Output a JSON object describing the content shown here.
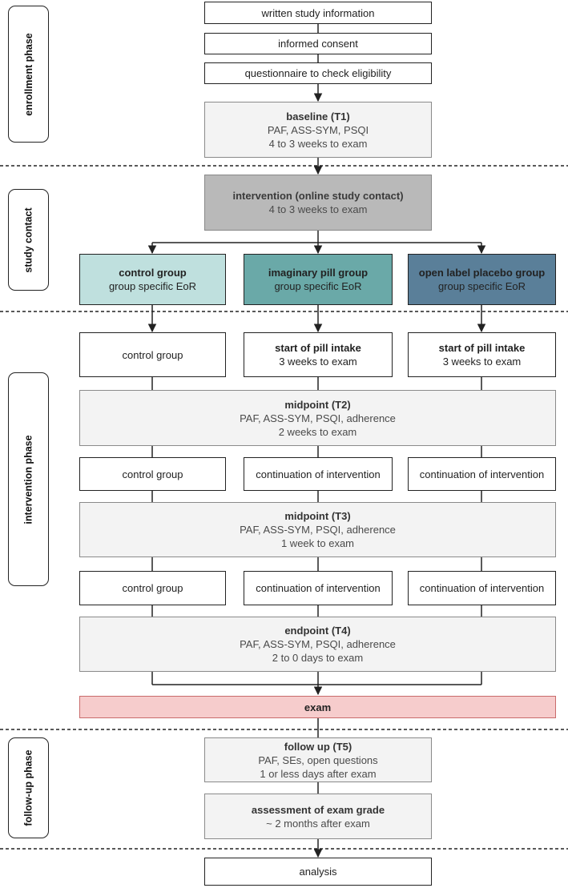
{
  "phases": {
    "enrollment": "enrollment phase",
    "study_contact": "study contact",
    "intervention": "intervention phase",
    "follow_up": "follow-up phase"
  },
  "enrollment": {
    "written_info": "written study information",
    "consent": "informed consent",
    "questionnaire": "questionnaire to check eligibility",
    "baseline": {
      "title": "baseline  (T1)",
      "measures": "PAF, ASS-SYM, PSQI",
      "timing": "4 to 3 weeks to exam"
    }
  },
  "study_contact": {
    "intervention": {
      "title": "intervention (online study contact)",
      "timing": "4 to 3 weeks to exam"
    },
    "groups": [
      {
        "title": "control group",
        "sub": "group specific EoR"
      },
      {
        "title": "imaginary pill group",
        "sub": "group specific EoR"
      },
      {
        "title": "open label placebo group",
        "sub": "group specific EoR"
      }
    ]
  },
  "intervention_phase": {
    "start_row": [
      {
        "title": "",
        "text": "control group"
      },
      {
        "title": "start of pill intake",
        "text": "3 weeks to exam"
      },
      {
        "title": "start of pill intake",
        "text": "3 weeks to exam"
      }
    ],
    "midpoint_t2": {
      "title": "midpoint (T2)",
      "measures": "PAF, ASS-SYM, PSQI, adherence",
      "timing": "2 weeks to exam"
    },
    "row2": [
      "control group",
      "continuation of intervention",
      "continuation of intervention"
    ],
    "midpoint_t3": {
      "title": "midpoint (T3)",
      "measures": "PAF, ASS-SYM, PSQI, adherence",
      "timing": "1 week to exam"
    },
    "row3": [
      "control group",
      "continuation of intervention",
      "continuation of intervention"
    ],
    "endpoint_t4": {
      "title": "endpoint (T4)",
      "measures": "PAF, ASS-SYM, PSQI, adherence",
      "timing": "2 to 0 days to exam"
    },
    "exam": "exam"
  },
  "follow_up": {
    "t5": {
      "title": "follow up  (T5)",
      "measures": "PAF, SEs, open questions",
      "timing": "1 or less days after exam"
    },
    "grade": {
      "title": "assessment of exam grade",
      "timing": "~ 2 months after exam"
    },
    "analysis": "analysis"
  },
  "colors": {
    "control": "#bfe0de",
    "imaginary_pill": "#6aa9a8",
    "open_label_placebo": "#5a7f99",
    "exam": "#f6cccc",
    "measurement_box": "#f3f3f3",
    "intervention_box": "#b9b9b9"
  }
}
